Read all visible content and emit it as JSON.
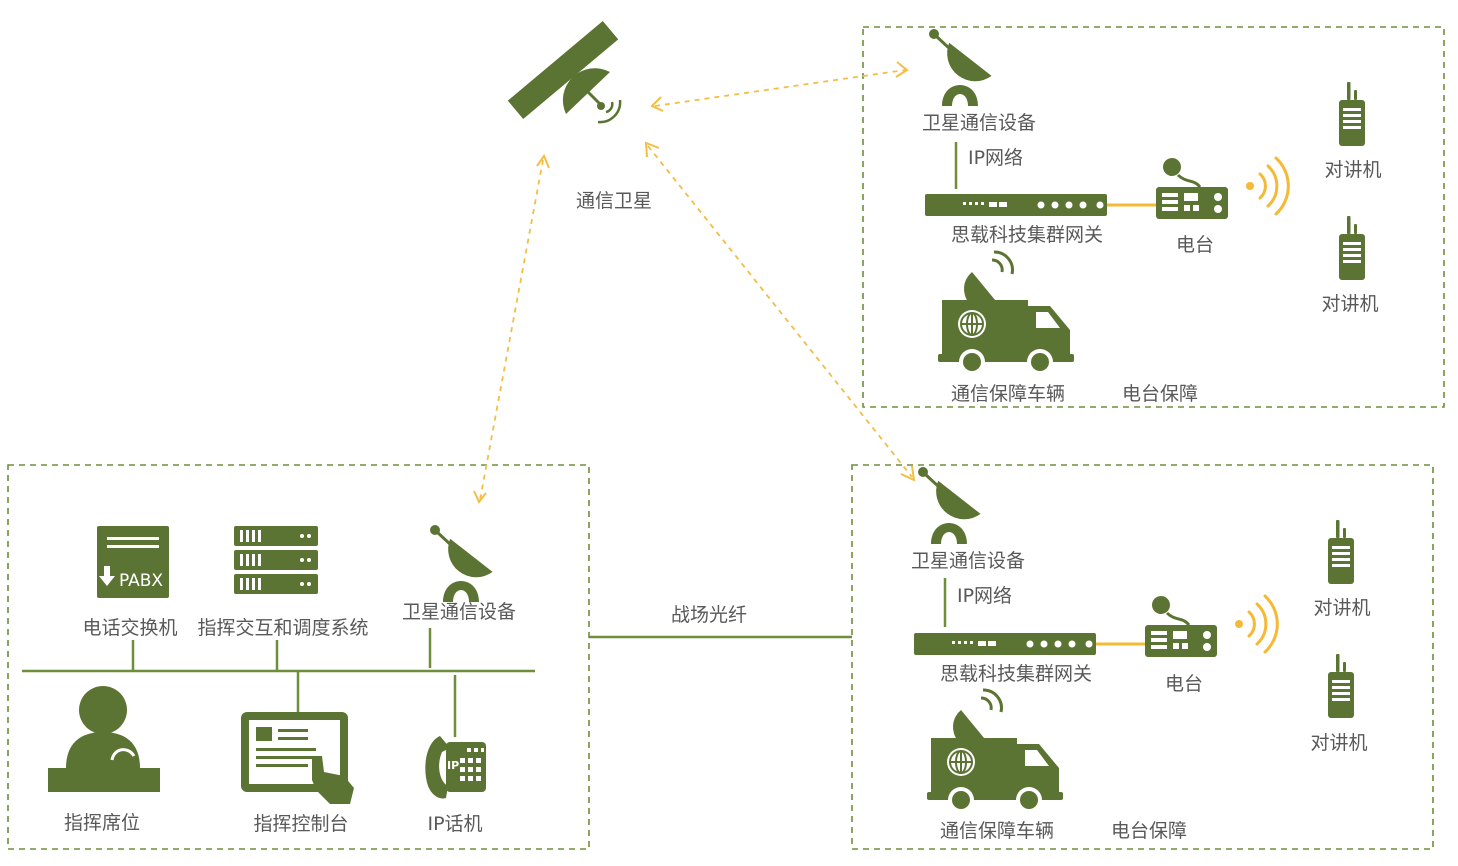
{
  "colors": {
    "icon": "#5c7433",
    "border": "#6f8e3a",
    "link": "#f2be45",
    "signal": "#f5b935",
    "text": "#595959"
  },
  "satellite": {
    "label": "通信卫星"
  },
  "top_site": {
    "sat_label": "卫星通信设备",
    "ip_label": "IP网络",
    "gateway_label": "思载科技集群网关",
    "radio_label": "电台",
    "walkie1_label": "对讲机",
    "walkie2_label": "对讲机",
    "vehicle_label": "通信保障车辆",
    "support_label": "电台保障"
  },
  "bottom_site": {
    "sat_label": "卫星通信设备",
    "ip_label": "IP网络",
    "gateway_label": "思载科技集群网关",
    "radio_label": "电台",
    "walkie1_label": "对讲机",
    "walkie2_label": "对讲机",
    "vehicle_label": "通信保障车辆",
    "support_label": "电台保障"
  },
  "command": {
    "pabx_label": "电话交换机",
    "pabx_icon_text": "PABX",
    "dispatch_label": "指挥交互和调度系统",
    "sat_label": "卫星通信设备",
    "seat_label": "指挥席位",
    "console_label": "指挥控制台",
    "phone_label": "IP话机",
    "phone_icon_text": "IP"
  },
  "link": {
    "fiber_label": "战场光纤"
  }
}
